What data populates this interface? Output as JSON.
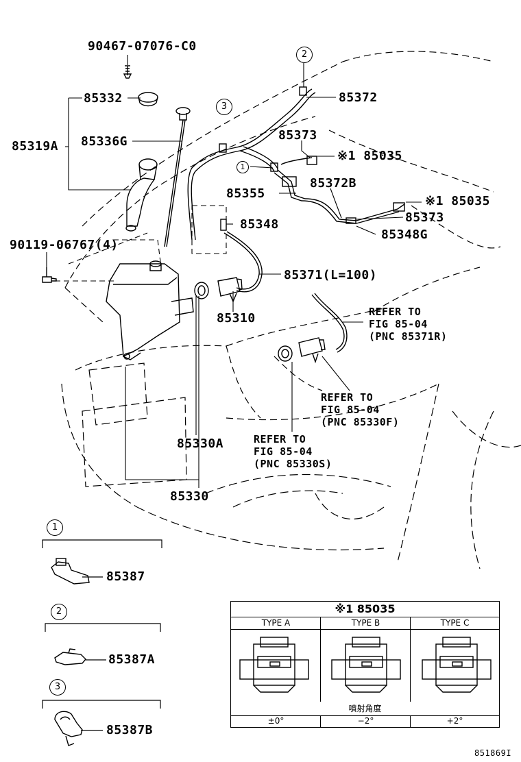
{
  "parts": {
    "p90467": "90467-07076-C0",
    "p85332": "85332",
    "p85319A": "85319A",
    "p85336G": "85336G",
    "p90119": "90119-06767(4)",
    "p85372": "85372",
    "p85373_top": "85373",
    "p85035_a": "※1 85035",
    "p85355": "85355",
    "p85372B": "85372B",
    "p85035_b": "※1 85035",
    "p85373_b": "85373",
    "p85348": "85348",
    "p85348G": "85348G",
    "p85371": "85371(L=100)",
    "p85310": "85310",
    "p85330A": "85330A",
    "p85330": "85330"
  },
  "refs": {
    "ref1": {
      "line1": "REFER TO",
      "line2": "FIG 85-04",
      "line3": "(PNC 85371R)"
    },
    "ref2": {
      "line1": "REFER TO",
      "line2": "FIG 85-04",
      "line3": "(PNC 85330F)"
    },
    "ref3": {
      "line1": "REFER TO",
      "line2": "FIG 85-04",
      "line3": "(PNC 85330S)"
    }
  },
  "callouts": {
    "c1": "1",
    "c2": "2",
    "c3": "3"
  },
  "clips": [
    {
      "num": "1",
      "part": "85387"
    },
    {
      "num": "2",
      "part": "85387A"
    },
    {
      "num": "3",
      "part": "85387B"
    }
  ],
  "table": {
    "title": "※1 85035",
    "types": [
      "TYPE A",
      "TYPE B",
      "TYPE C"
    ],
    "angle_header": "噴射角度",
    "angles": [
      "±0°",
      "−2°",
      "+2°"
    ]
  },
  "figure_id": "851869I"
}
